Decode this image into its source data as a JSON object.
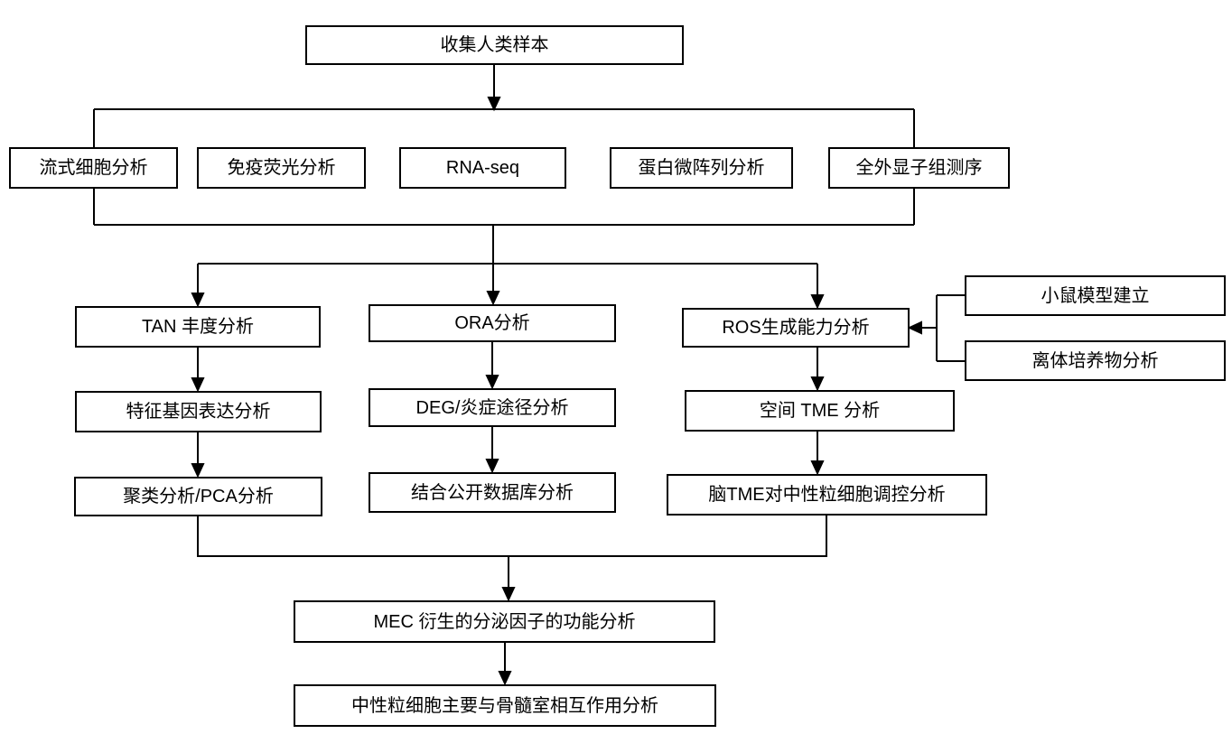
{
  "diagram": {
    "type": "flowchart",
    "colors": {
      "background": "#ffffff",
      "box_fill": "#ffffff",
      "box_border": "#000000",
      "line": "#000000",
      "text": "#000000"
    },
    "nodes": {
      "collect": {
        "label": "收集人类样本"
      },
      "flow": {
        "label": "流式细胞分析"
      },
      "immuno": {
        "label": "免疫荧光分析"
      },
      "rnaseq": {
        "label": "RNA-seq"
      },
      "protein": {
        "label": "蛋白微阵列分析"
      },
      "wes": {
        "label": "全外显子组测序"
      },
      "tan": {
        "label": "TAN 丰度分析"
      },
      "ora": {
        "label": "ORA分析"
      },
      "ros": {
        "label": "ROS生成能力分析"
      },
      "mouse": {
        "label": "小鼠模型建立"
      },
      "invitro": {
        "label": "离体培养物分析"
      },
      "feat": {
        "label": "特征基因表达分析"
      },
      "deg": {
        "label": "DEG/炎症途径分析"
      },
      "tme": {
        "label": "空间 TME 分析"
      },
      "pca": {
        "label": "聚类分析/PCA分析"
      },
      "db": {
        "label": "结合公开数据库分析"
      },
      "brain": {
        "label": "脑TME对中性粒细胞调控分析"
      },
      "mec": {
        "label": "MEC 衍生的分泌因子的功能分析"
      },
      "final": {
        "label": "中性粒细胞主要与骨髓室相互作用分析"
      }
    },
    "edges": [
      {
        "from": "collect",
        "to": "flow"
      },
      {
        "from": "collect",
        "to": "immuno"
      },
      {
        "from": "collect",
        "to": "rnaseq"
      },
      {
        "from": "collect",
        "to": "protein"
      },
      {
        "from": "collect",
        "to": "wes"
      },
      {
        "from": "assay-bus",
        "to": "tan"
      },
      {
        "from": "assay-bus",
        "to": "ora"
      },
      {
        "from": "assay-bus",
        "to": "ros"
      },
      {
        "from": "mouse",
        "to": "ros"
      },
      {
        "from": "invitro",
        "to": "ros"
      },
      {
        "from": "tan",
        "to": "feat"
      },
      {
        "from": "feat",
        "to": "pca"
      },
      {
        "from": "ora",
        "to": "deg"
      },
      {
        "from": "deg",
        "to": "db"
      },
      {
        "from": "ros",
        "to": "tme"
      },
      {
        "from": "tme",
        "to": "brain"
      },
      {
        "from": "pca",
        "to": "mec"
      },
      {
        "from": "brain",
        "to": "mec"
      },
      {
        "from": "mec",
        "to": "final"
      }
    ]
  }
}
